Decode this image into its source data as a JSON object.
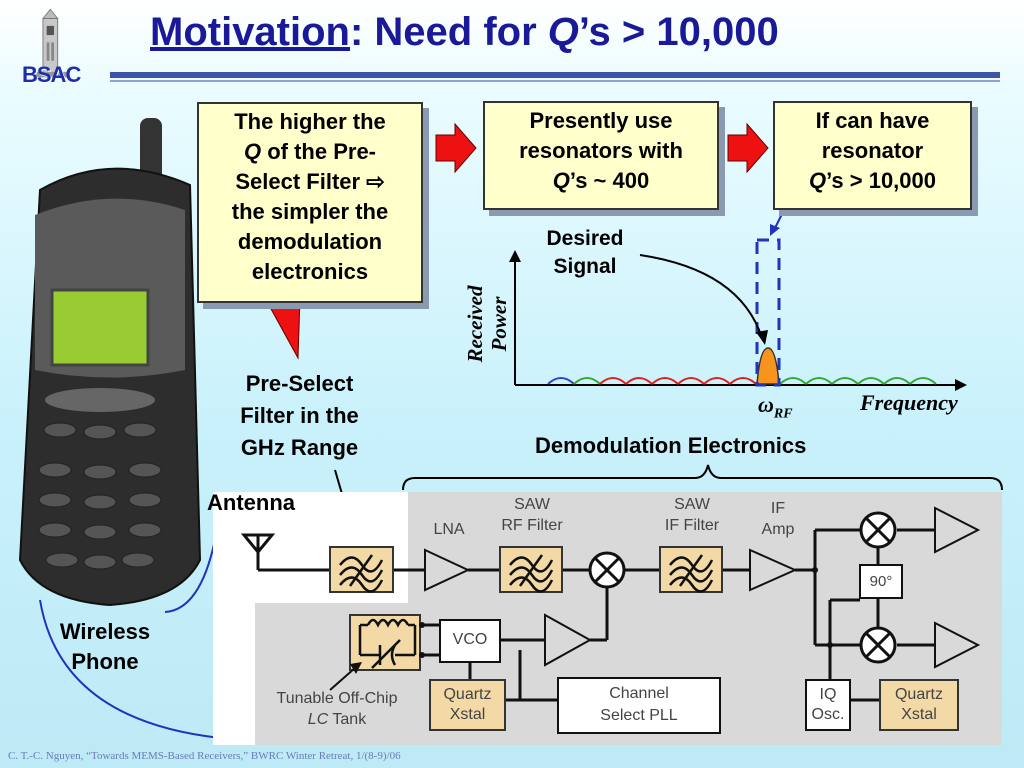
{
  "slide": {
    "title_part1": "Motivation",
    "title_part2": ": Need for ",
    "title_q": "Q",
    "title_part3": "’s > 10,000",
    "logo": "BSAC"
  },
  "boxes": {
    "box1": [
      "The higher the",
      "Q of the Pre-",
      "Select Filter ⇨",
      "the simpler the",
      "demodulation",
      "electronics"
    ],
    "box2": [
      "Presently use",
      "resonators with",
      "Q’s ~ 400"
    ],
    "box3": [
      "If can have",
      "resonator",
      "Q’s > 10,000"
    ]
  },
  "labels": {
    "desired_signal": [
      "Desired",
      "Signal"
    ],
    "received_power": [
      "Received",
      "Power"
    ],
    "frequency": "Frequency",
    "omega_rf": "ωRF",
    "pre_select": [
      "Pre-Select",
      "Filter in the",
      "GHz Range"
    ],
    "demod": "Demodulation Electronics",
    "antenna": "Antenna",
    "wireless_phone": [
      "Wireless",
      "Phone"
    ]
  },
  "circuit": {
    "lna": "LNA",
    "saw_rf": [
      "SAW",
      "RF Filter"
    ],
    "saw_if": [
      "SAW",
      "IF Filter"
    ],
    "if_amp": [
      "IF",
      "Amp"
    ],
    "vco": "VCO",
    "phase90": "90°",
    "quartz1": [
      "Quartz",
      "Xstal"
    ],
    "quartz2": [
      "Quartz",
      "Xstal"
    ],
    "channel_pll": [
      "Channel",
      "Select PLL"
    ],
    "iq_osc": [
      "IQ",
      "Osc."
    ],
    "tunable": "Tunable Off-Chip",
    "lc_tank": "LC Tank"
  },
  "footer": "C. T.-C. Nguyen, “Towards MEMS-Based Receivers,” BWRC Winter Retreat, 1/(8-9)/06",
  "colors": {
    "title": "#1a1a99",
    "box_fill": "#ffffcc",
    "arrow_red": "#ee1111",
    "rule": "#3d53a8",
    "peak": "#f7941d"
  }
}
